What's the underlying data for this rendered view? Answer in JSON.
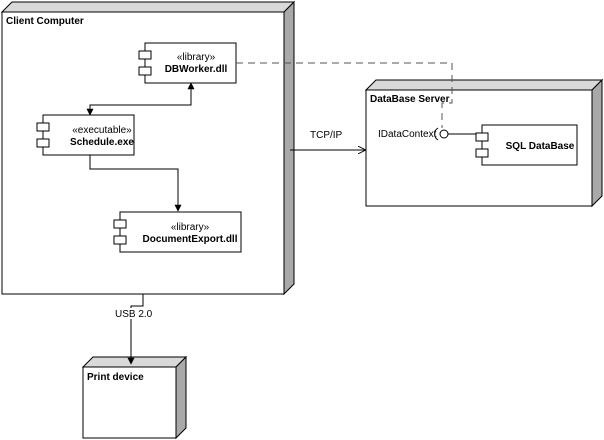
{
  "nodes": {
    "client": {
      "title": "Client Computer"
    },
    "server": {
      "title": "DataBase Server"
    },
    "printer": {
      "title": "Print device"
    }
  },
  "components": {
    "dbworker": {
      "stereotype": "«library»",
      "name": "DBWorker.dll"
    },
    "schedule": {
      "stereotype": "«executable»",
      "name": "Schedule.exe"
    },
    "docexport": {
      "stereotype": "«library»",
      "name": "DocumentExport.dll"
    },
    "sqldb": {
      "name": "SQL DataBase"
    }
  },
  "connections": {
    "tcp": "TCP/IP",
    "usb": "USB 2.0",
    "interface": "IDataContext"
  },
  "colors": {
    "node_side": "#a9a9a9",
    "node_top": "#d9d9d9",
    "line": "#000000",
    "dashed": "#555555"
  }
}
